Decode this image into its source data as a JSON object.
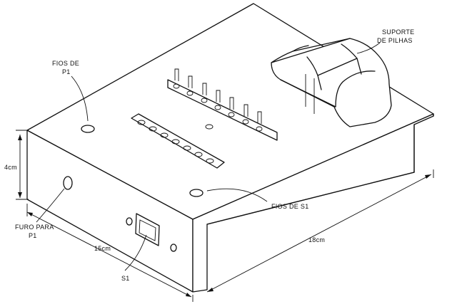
{
  "labels": {
    "battery_holder_line1": "SUPORTE",
    "battery_holder_line2": "DE PILHAS",
    "p1_wires_line1": "FIOS DE",
    "p1_wires_line2": "P1",
    "height_dim": "4cm",
    "s1_wires": "FIOS DE S1",
    "p1_hole_line1": "FURO PARA",
    "p1_hole_line2": "P1",
    "width_dim": "15cm",
    "switch": "S1",
    "length_dim": "18cm"
  },
  "colors": {
    "ink": "#111111",
    "paper": "#ffffff"
  }
}
